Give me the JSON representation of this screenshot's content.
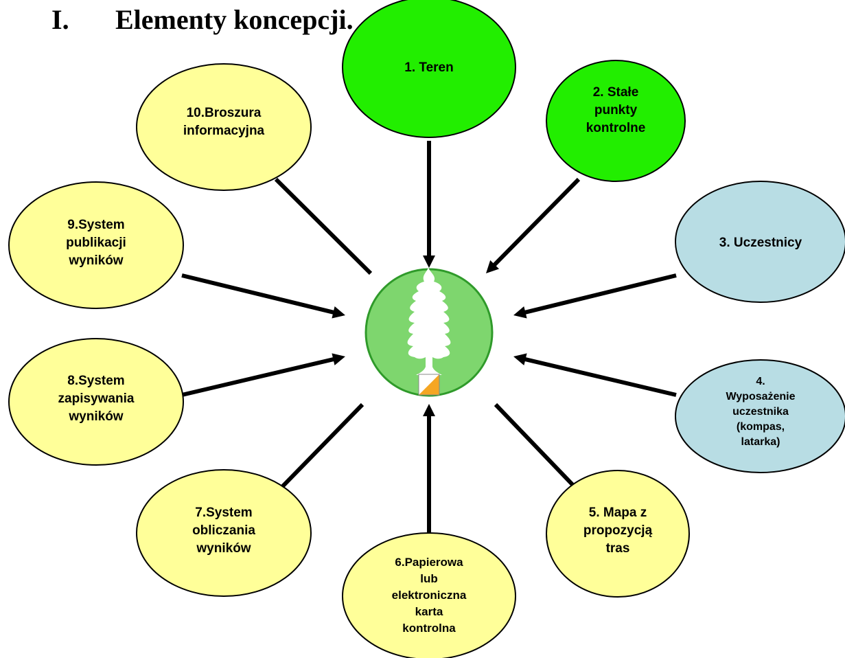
{
  "heading": {
    "number": "I.",
    "title": "Elementy koncepcji."
  },
  "colors": {
    "green_node": "#22ee00",
    "blue_node": "#b8dde4",
    "yellow_node": "#ffff99",
    "center_fill": "#7ed66e",
    "center_stroke": "#2f9a2a",
    "tree_fill": "#ffffff",
    "flag_orange": "#f5a623",
    "flag_white": "#ffffff"
  },
  "center": {
    "icon": "tree-with-orienteering-flag-icon"
  },
  "nodes": [
    {
      "id": "1",
      "lines": [
        "1. Teren"
      ],
      "color": "green_node"
    },
    {
      "id": "2",
      "lines": [
        "2. Stałe",
        "punkty",
        "kontrolne"
      ],
      "color": "green_node"
    },
    {
      "id": "3",
      "lines": [
        "3. Uczestnicy"
      ],
      "color": "blue_node"
    },
    {
      "id": "4",
      "lines": [
        "4.",
        "Wyposażenie",
        "uczestnika",
        "(kompas,",
        "latarka)"
      ],
      "color": "blue_node"
    },
    {
      "id": "5",
      "lines": [
        "5. Mapa z",
        "propozycją",
        "tras"
      ],
      "color": "yellow_node"
    },
    {
      "id": "6",
      "lines": [
        "6.Papierowa",
        "lub",
        "elektroniczna",
        "karta",
        "kontrolna"
      ],
      "color": "yellow_node"
    },
    {
      "id": "7",
      "lines": [
        "7.System",
        "obliczania",
        "wyników"
      ],
      "color": "yellow_node"
    },
    {
      "id": "8",
      "lines": [
        "8.System",
        "zapisywania",
        "wyników"
      ],
      "color": "yellow_node"
    },
    {
      "id": "9",
      "lines": [
        "9.System",
        "publikacji",
        "wyników"
      ],
      "color": "yellow_node"
    },
    {
      "id": "10",
      "lines": [
        "10.Broszura",
        "informacyjna"
      ],
      "color": "yellow_node"
    }
  ]
}
